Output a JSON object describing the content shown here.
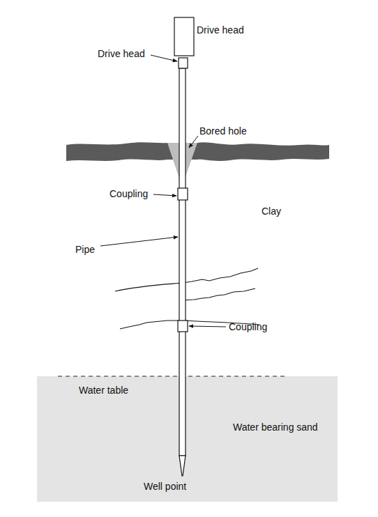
{
  "diagram": {
    "labels": [
      "Drive head",
      "Drive head",
      "Bored hole",
      "Coupling",
      "Clay",
      "Pipe",
      "Coupling",
      "Water table",
      "Water bearing sand",
      "Well point"
    ]
  }
}
